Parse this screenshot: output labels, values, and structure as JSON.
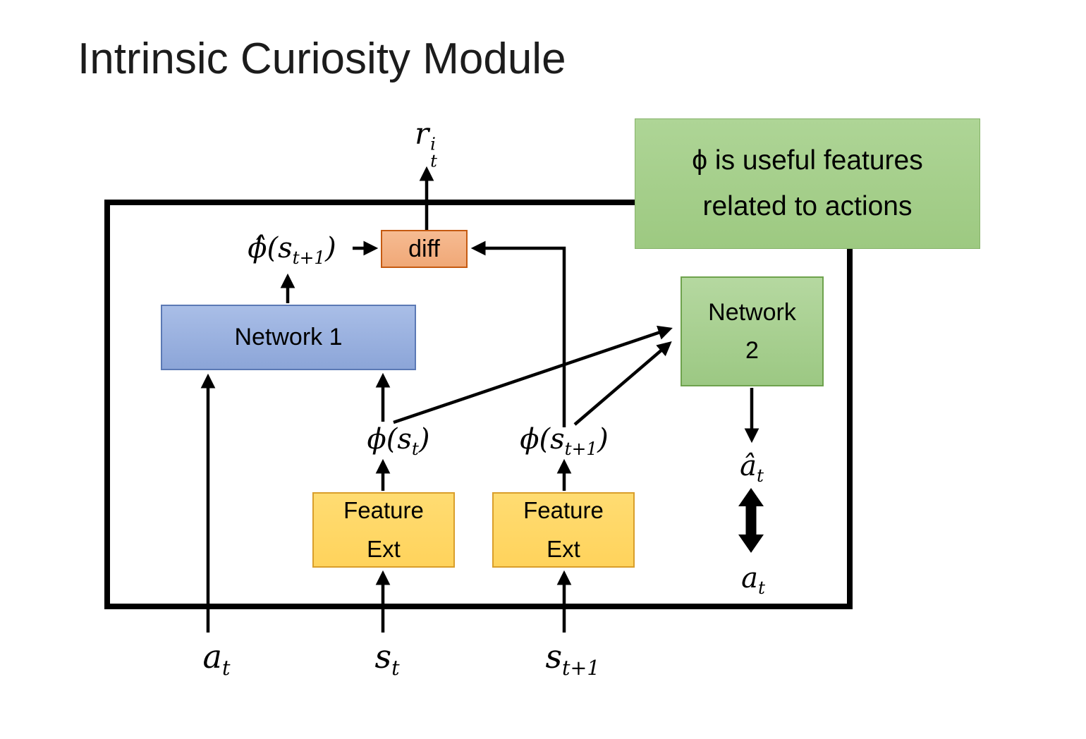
{
  "title": "Intrinsic Curiosity Module",
  "note": {
    "line1": "ϕ is useful features",
    "line2": "related to actions"
  },
  "boxes": {
    "diff": {
      "label": "diff"
    },
    "network1": {
      "label": "Network 1"
    },
    "network2": {
      "line1": "Network",
      "line2": "2"
    },
    "feature_ext_left": {
      "line1": "Feature",
      "line2": "Ext"
    },
    "feature_ext_right": {
      "line1": "Feature",
      "line2": "Ext"
    }
  },
  "labels": {
    "intrinsic_reward": {
      "base": "r",
      "sup": "i",
      "sub": "t"
    },
    "phi_hat_st1": {
      "prefix": "ϕ̂(s",
      "sub": "t+1",
      "suffix": ")"
    },
    "phi_st": {
      "prefix": "ϕ(s",
      "sub": "t",
      "suffix": ")"
    },
    "phi_st1": {
      "prefix": "ϕ(s",
      "sub": "t+1",
      "suffix": ")"
    },
    "a_hat_t": {
      "prefix": "â",
      "sub": "t"
    },
    "a_t_right": {
      "prefix": "a",
      "sub": "t"
    },
    "a_t_bottom": {
      "prefix": "a",
      "sub": "t"
    },
    "s_t_bottom": {
      "prefix": "s",
      "sub": "t"
    },
    "s_t1_bottom": {
      "prefix": "s",
      "sub": "t+1"
    }
  },
  "colors": {
    "note_green": "#A9D18E",
    "network1_blue": "#8FAADC",
    "network2_green": "#A9D18E",
    "feature_yellow": "#FFD966",
    "diff_salmon": "#F4B183",
    "outline_black": "#000000"
  }
}
